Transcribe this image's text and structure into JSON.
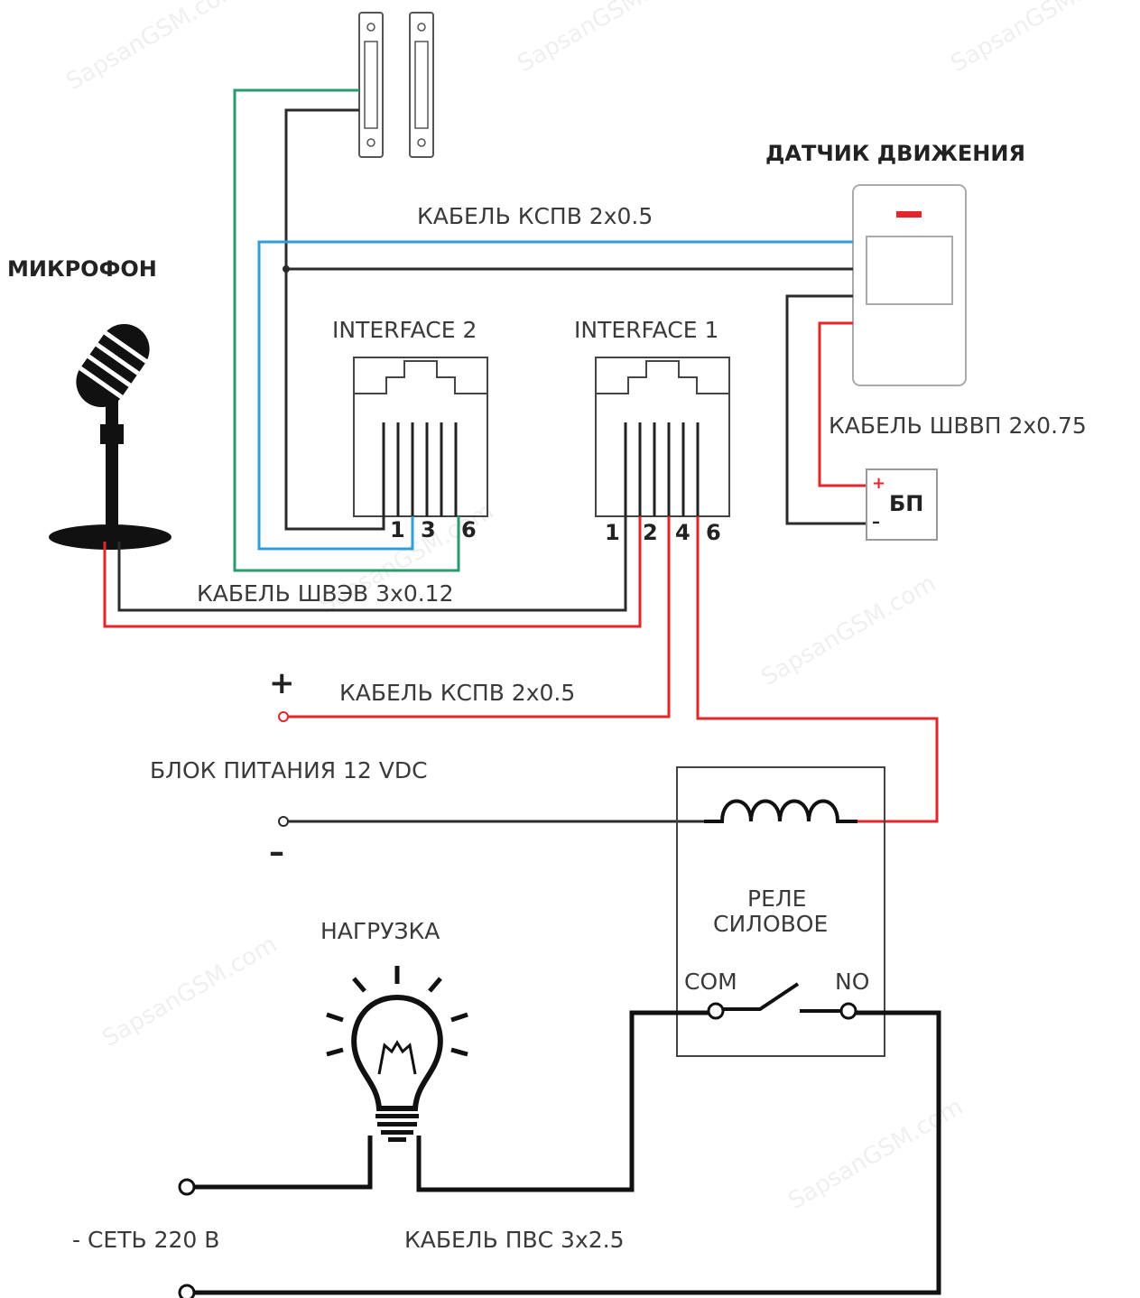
{
  "labels": {
    "motion_sensor": "ДАТЧИК ДВИЖЕНИЯ",
    "microphone": "МИКРОФОН",
    "cable_kspv_top": "КАБЕЛЬ КСПВ 2х0.5",
    "interface2": "INTERFACE 2",
    "interface1": "INTERFACE 1",
    "cable_shvvp": "КАБЕЛЬ ШВВП 2х0.75",
    "psu_short": "БП",
    "cable_shvev": "КАБЕЛЬ ШВЭВ 3х0.12",
    "cable_kspv_bottom": "КАБЕЛЬ КСПВ 2х0.5",
    "psu_12vdc": "БЛОК ПИТАНИЯ 12 VDC",
    "relay_line1": "РЕЛЕ",
    "relay_line2": "СИЛОВОЕ",
    "load": "НАГРУЗКА",
    "com": "COM",
    "no": "NO",
    "mains": "- СЕТЬ 220 В",
    "cable_pvs": "КАБЕЛЬ ПВС 3х2.5",
    "plus": "+",
    "minus": "–",
    "psu_plus": "+",
    "psu_minus": "–",
    "watermark": "SapsanGSM.com"
  },
  "interface2_pins": [
    "1",
    "3",
    "6"
  ],
  "interface1_pins": [
    "1",
    "2",
    "4",
    "6"
  ],
  "colors": {
    "wire_black": "#2b2b2b",
    "wire_blue": "#2e9fd6",
    "wire_green": "#2b9a6e",
    "wire_red": "#e2262b",
    "sensor_led": "#e2262b"
  }
}
